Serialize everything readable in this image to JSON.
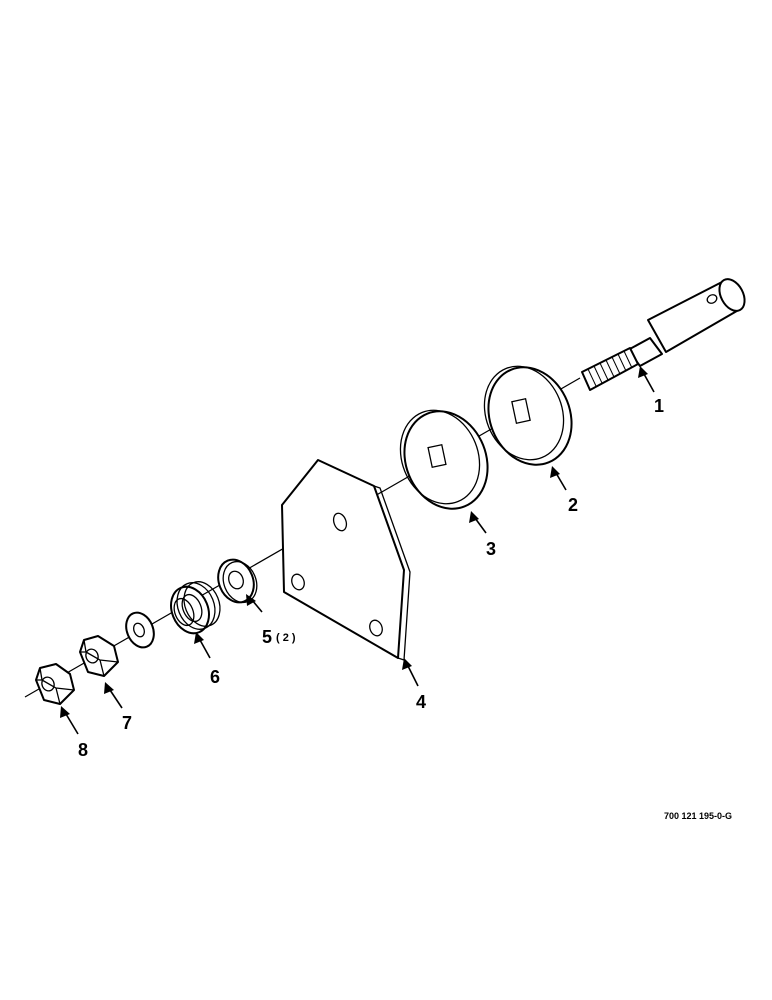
{
  "diagram": {
    "reference_code": "700 121 195-0-G",
    "callouts": [
      {
        "number": "1",
        "qty": ""
      },
      {
        "number": "2",
        "qty": ""
      },
      {
        "number": "3",
        "qty": ""
      },
      {
        "number": "4",
        "qty": ""
      },
      {
        "number": "5",
        "qty": "( 2 )"
      },
      {
        "number": "6",
        "qty": ""
      },
      {
        "number": "7",
        "qty": ""
      },
      {
        "number": "8",
        "qty": ""
      }
    ]
  }
}
